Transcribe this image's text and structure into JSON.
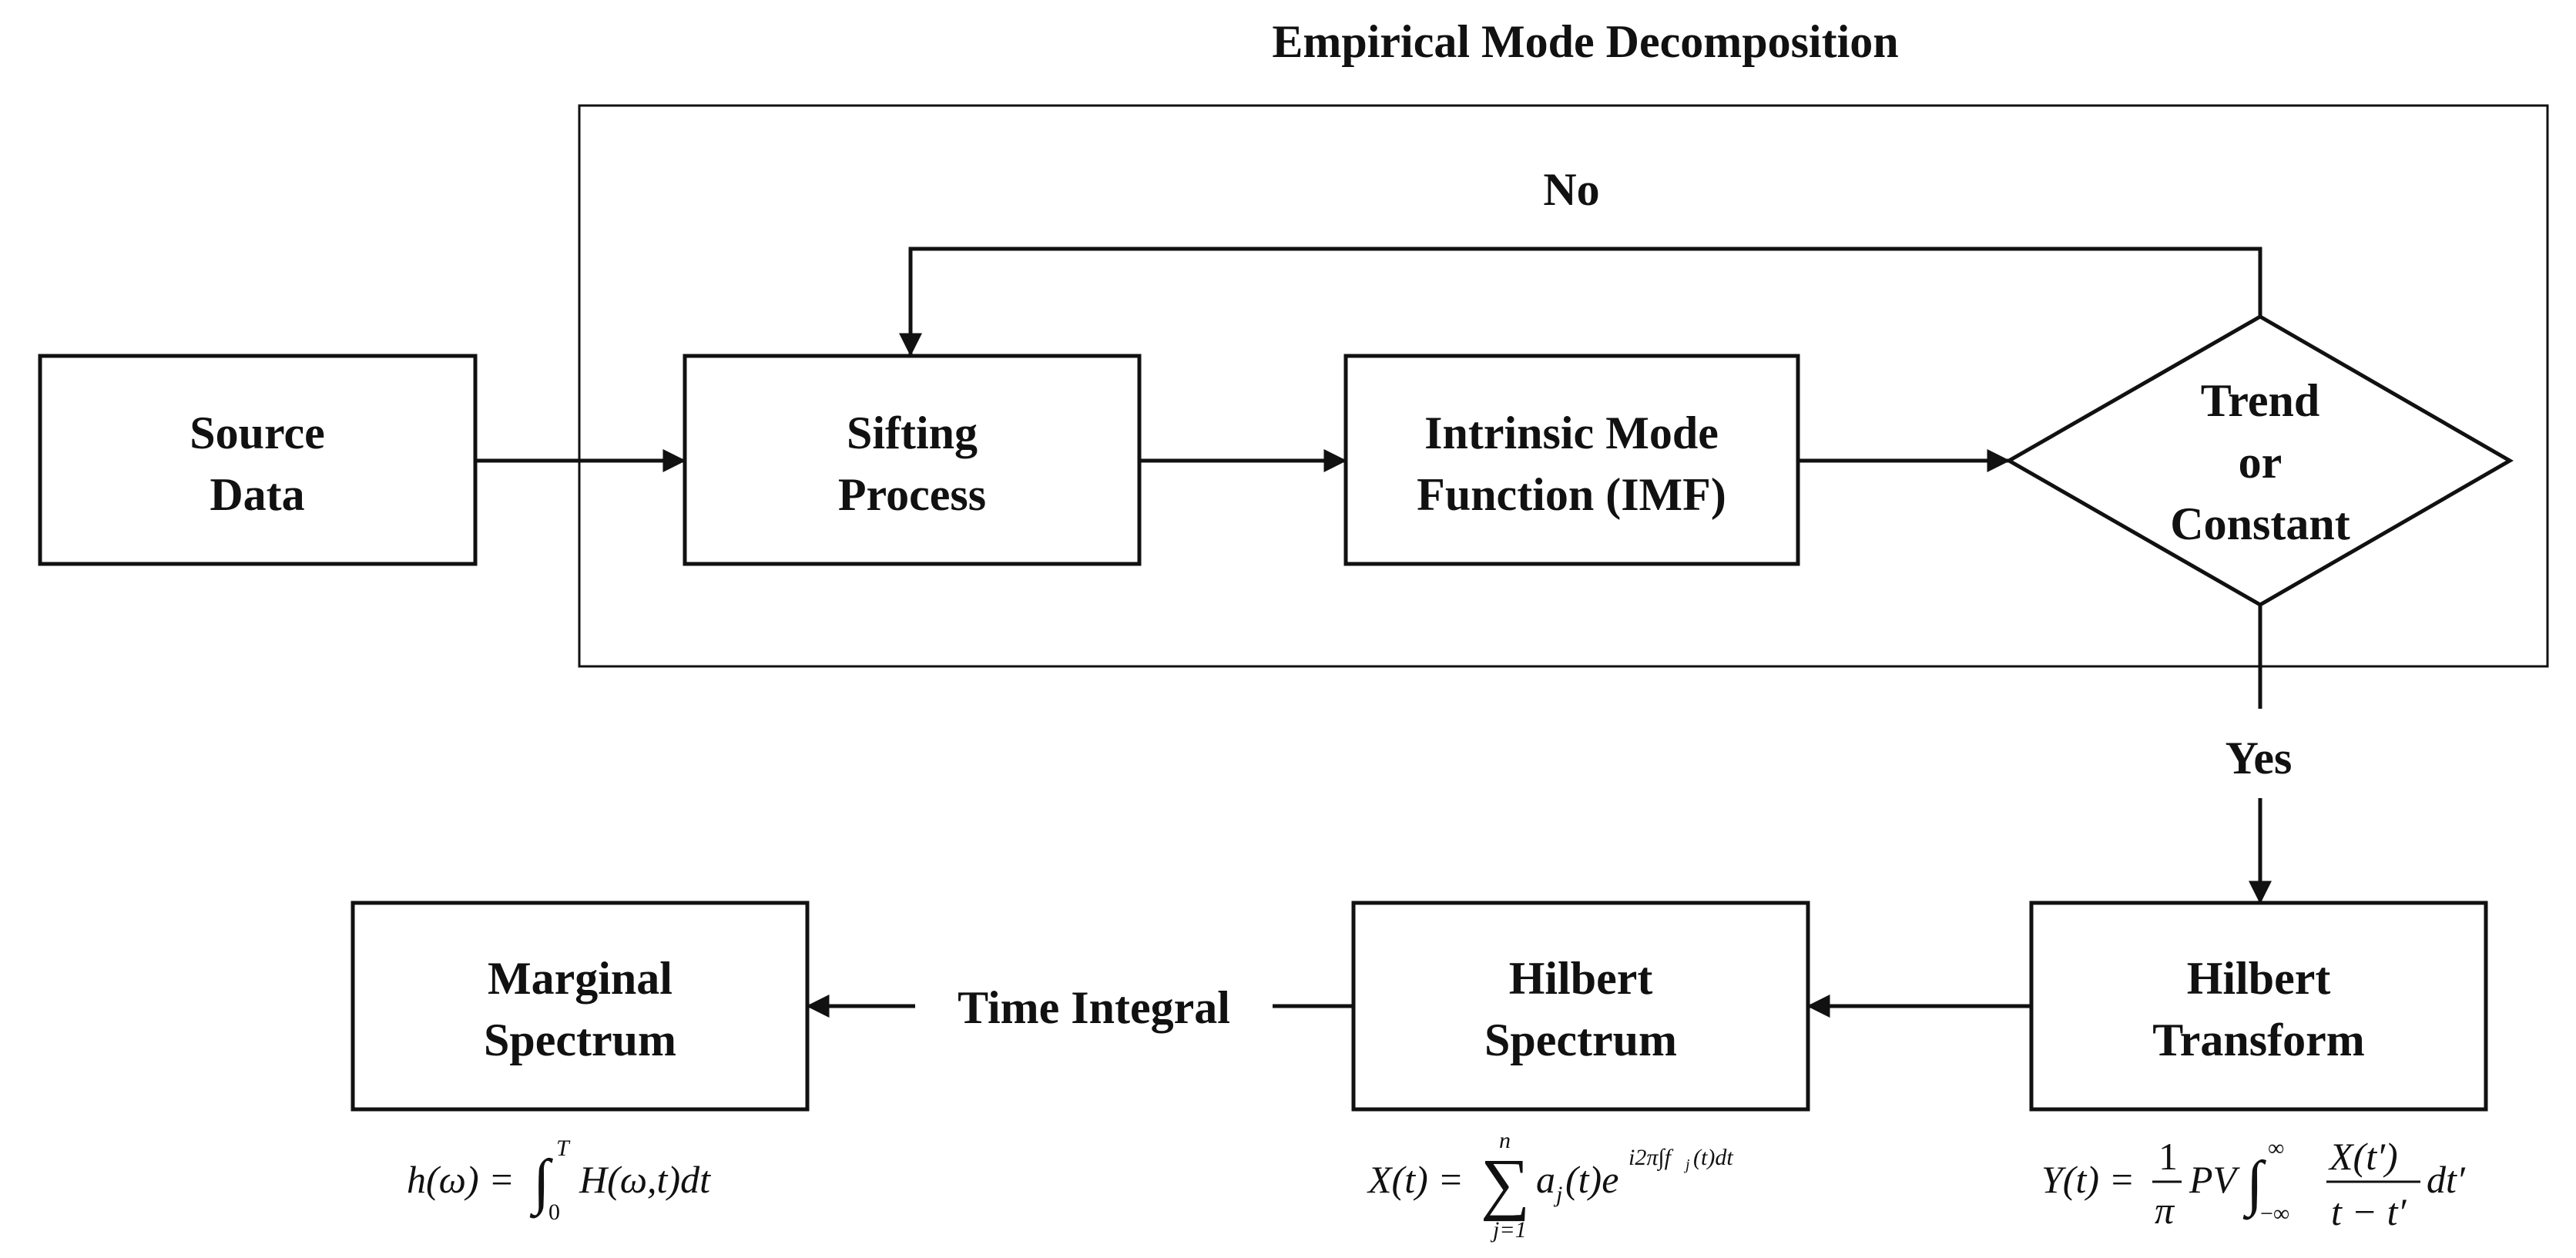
{
  "title": "Empirical Mode Decomposition",
  "nodes": {
    "source_data": [
      "Source",
      "Data"
    ],
    "sifting_process": [
      "Sifting",
      "Process"
    ],
    "imf": [
      "Intrinsic Mode",
      "Function (IMF)"
    ],
    "decision": [
      "Trend",
      "or",
      "Constant"
    ],
    "hilbert_transform": [
      "Hilbert",
      "Transform"
    ],
    "hilbert_spectrum": [
      "Hilbert",
      "Spectrum"
    ],
    "marginal_spectrum": [
      "Marginal",
      "Spectrum"
    ]
  },
  "edge_labels": {
    "no": "No",
    "yes": "Yes",
    "time_integral": "Time Integral"
  },
  "formulas": {
    "marginal": "h(ω) = ∫₀ᵀ H(ω,t) dt",
    "spectrum": "X(t) = Σⱼ₌₁ⁿ aⱼ(t) e^{i2π∫fⱼ(t)dt}",
    "transform": "Y(t) = (1/π) PV ∫₋∞^∞ X(t′)/(t − t′) dt′"
  }
}
